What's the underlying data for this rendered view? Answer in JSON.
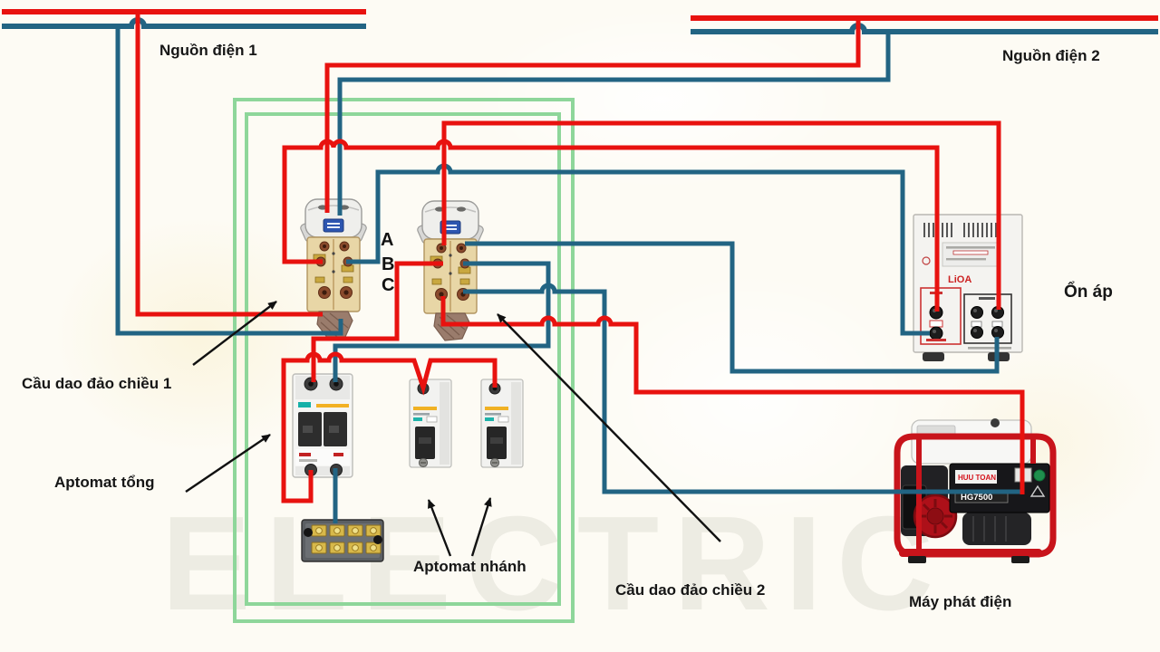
{
  "labels": {
    "source1": "Nguồn điện 1",
    "source2": "Nguồn điện 2",
    "stabilizer": "Ổn áp",
    "changeover_switch_1": "Cầu dao đảo chiều 1",
    "main_breaker": "Aptomat tổng",
    "branch_breaker": "Aptomat nhánh",
    "changeover_switch_2": "Cầu dao đảo chiều 2",
    "generator": "Máy phát điện",
    "phase_a": "A",
    "phase_b": "B",
    "phase_c": "C"
  },
  "equipment_text": {
    "stabilizer_brand": "LiOA",
    "generator_brand": "HUU TOAN",
    "generator_model": "HG7500"
  },
  "colors": {
    "wire_hot": "#e8120f",
    "wire_neutral": "#226483",
    "panel_box_green": "#8ed69a",
    "generator_frame_red": "#c8141b",
    "label_text": "#161616"
  },
  "watermark": "ELECTRIC"
}
